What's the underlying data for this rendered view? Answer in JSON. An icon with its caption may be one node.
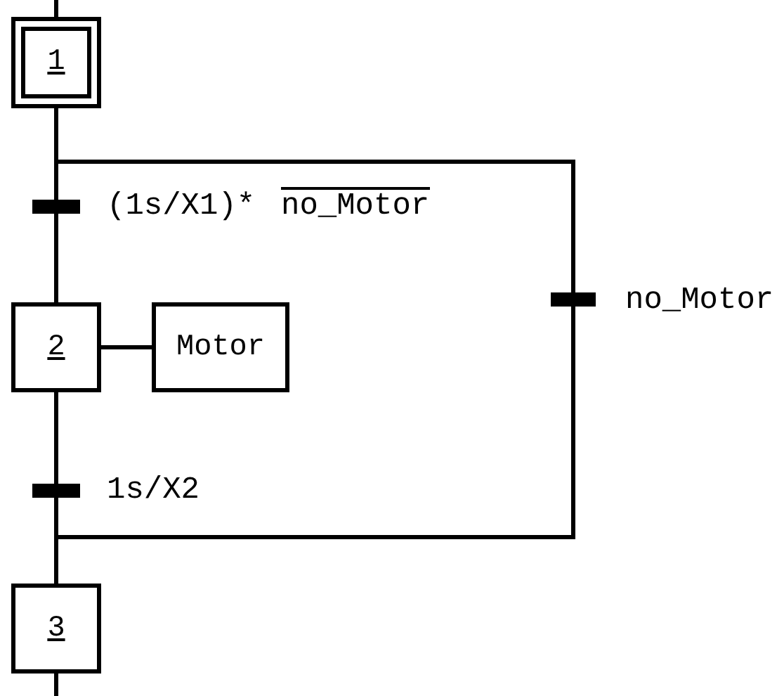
{
  "diagram": {
    "nodes": [
      {
        "text": [
          "1"
        ]
      },
      {
        "text": [],
        "shape": "bar",
        "beside": [
          "(1s/X1)*",
          "no_Motor"
        ]
      },
      {
        "text": [
          "2"
        ]
      },
      {
        "text": [
          "Motor"
        ]
      },
      {
        "text": [],
        "shape": "bar",
        "beside": [
          "1s/X2"
        ]
      },
      {
        "text": [
          "3"
        ]
      },
      {
        "text": [],
        "shape": "bar",
        "beside": [
          "no_Motor"
        ]
      }
    ],
    "edges": [
      {
        "from": null,
        "to": 0,
        "arrow": "none"
      },
      {
        "from": 0,
        "to": 1,
        "arrow": "none"
      },
      {
        "from": 1,
        "to": 2,
        "arrow": "none"
      },
      {
        "from": 2,
        "to": 3,
        "arrow": "none"
      },
      {
        "from": 2,
        "to": 4,
        "arrow": "none"
      },
      {
        "from": 4,
        "to": 5,
        "arrow": "none"
      },
      {
        "from": 0,
        "to": 6,
        "arrow": "none"
      },
      {
        "from": 6,
        "to": 5,
        "arrow": "none"
      },
      {
        "from": 5,
        "to": null,
        "arrow": "none"
      }
    ]
  }
}
